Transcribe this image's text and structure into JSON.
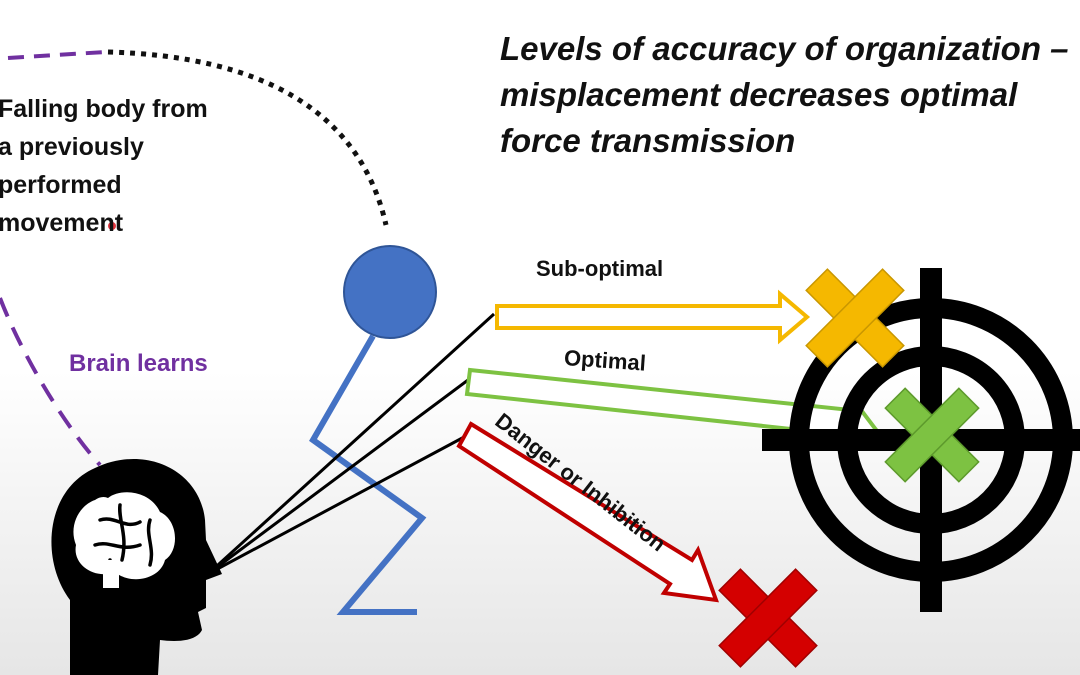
{
  "title": {
    "line1": "Levels of accuracy of organization –",
    "line2": "misplacement decreases optimal",
    "line3": "force transmission"
  },
  "note": {
    "line1": "Falling body from",
    "line2": "a previously",
    "line3": "performed",
    "line4": "movement"
  },
  "brain_label": "Brain learns",
  "arrows": {
    "sub_optimal": {
      "label": "Sub-optimal",
      "color": "#f5b800"
    },
    "optimal": {
      "label": "Optimal",
      "color": "#7dc242"
    },
    "danger": {
      "label": "Danger or Inhibition",
      "color": "#c00000"
    }
  },
  "colors": {
    "figure_blue": "#4472c4",
    "dashed_purple": "#7030a0",
    "target_black": "#000000"
  },
  "icons": [
    "head-brain-icon",
    "target-icon",
    "x-mark-icon"
  ]
}
